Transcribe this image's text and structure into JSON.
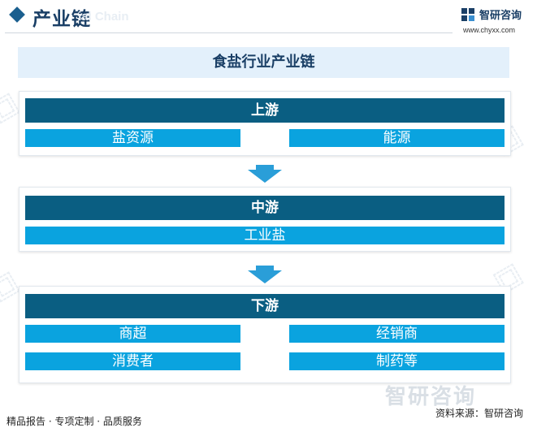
{
  "header": {
    "title": "产业链",
    "ghost_text": "ial Chain"
  },
  "brand": {
    "name": "智研咨询",
    "url": "www.chyxx.com"
  },
  "diagram": {
    "title": "食盐行业产业链",
    "upstream": {
      "label": "上游",
      "items": [
        "盐资源",
        "能源"
      ]
    },
    "midstream": {
      "label": "中游",
      "items": [
        "工业盐"
      ]
    },
    "downstream": {
      "label": "下游",
      "items": [
        "商超",
        "经销商",
        "消费者",
        "制药等"
      ]
    }
  },
  "footer": {
    "services": "精品报告 · 专项定制 · 品质服务",
    "source": "资料来源：智研咨询",
    "watermark": "智研咨询"
  },
  "colors": {
    "stage_bar": "#0a5e82",
    "item_box": "#0aa3df",
    "title_bg": "#e3f0fb",
    "arrow": "#2a9ed8"
  }
}
